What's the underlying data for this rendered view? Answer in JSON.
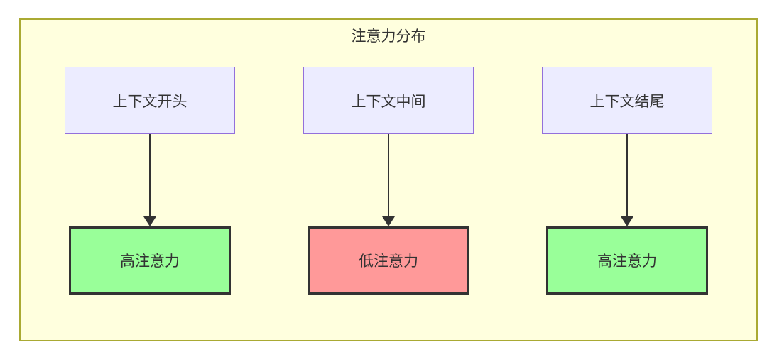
{
  "diagram": {
    "title": "注意力分布",
    "columns": [
      {
        "source": "上下文开头",
        "result": "高注意力",
        "attention_level": "high"
      },
      {
        "source": "上下文中间",
        "result": "低注意力",
        "attention_level": "low"
      },
      {
        "source": "上下文结尾",
        "result": "高注意力",
        "attention_level": "high"
      }
    ],
    "colors": {
      "cluster_fill": "#ffffde",
      "cluster_border": "#aaaa33",
      "source_node_fill": "#ECECFF",
      "source_node_border": "#9370DB",
      "high_attention_fill": "#99ff99",
      "low_attention_fill": "#ff9999",
      "result_node_border": "#333333",
      "text": "#333333",
      "arrow": "#333333"
    }
  }
}
